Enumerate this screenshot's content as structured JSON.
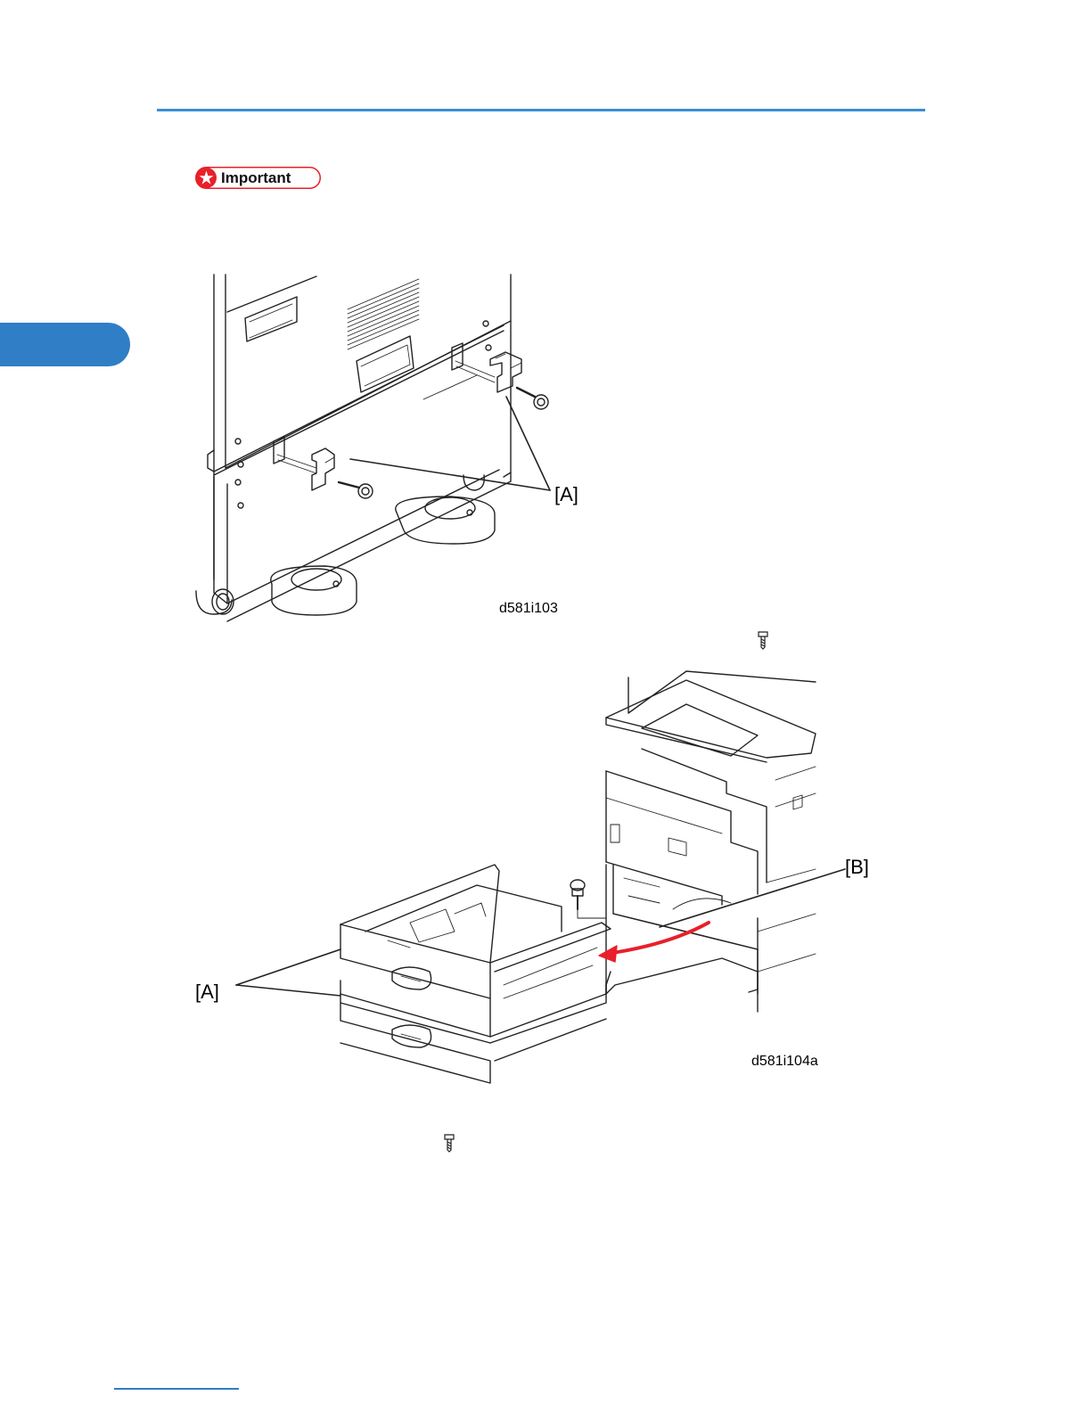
{
  "important": {
    "label": "Important"
  },
  "figure1": {
    "code": "d581i103",
    "callout": "[A]"
  },
  "figure2": {
    "code": "d581i104a",
    "callout_a": "[A]",
    "callout_b": "[B]"
  },
  "colors": {
    "accent": "#3a8fd4",
    "tab": "#2f7ec6",
    "important_red": "#e8202a",
    "arrow_red": "#e8202a"
  },
  "icons": [
    "star-icon",
    "screw-icon"
  ]
}
